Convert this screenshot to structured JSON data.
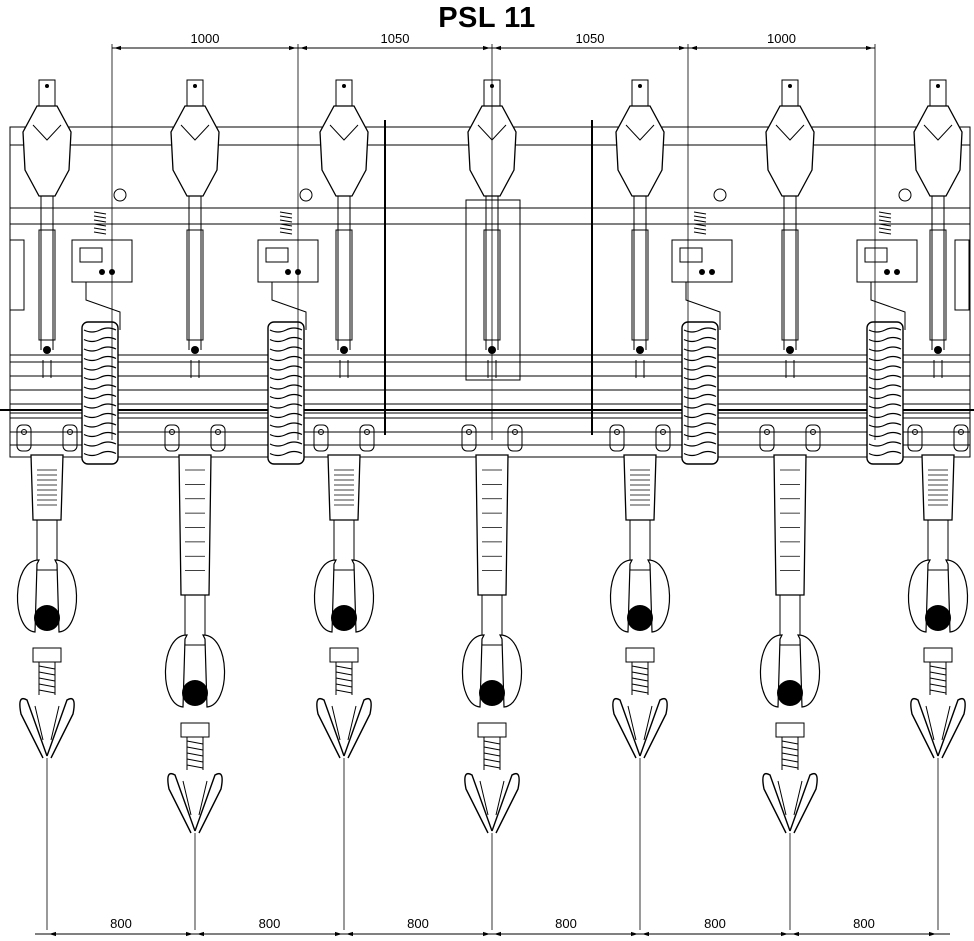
{
  "title": "PSL 11",
  "top_dimensions": [
    "1000",
    "1050",
    "1050",
    "1000"
  ],
  "bottom_dimensions": [
    "800",
    "800",
    "800",
    "800",
    "800",
    "800"
  ],
  "units": [
    {
      "name": "row-unit-1",
      "stagger": "front"
    },
    {
      "name": "row-unit-2",
      "stagger": "rear"
    },
    {
      "name": "row-unit-3",
      "stagger": "front"
    },
    {
      "name": "row-unit-4",
      "stagger": "rear"
    },
    {
      "name": "row-unit-5",
      "stagger": "front"
    },
    {
      "name": "row-unit-6",
      "stagger": "rear"
    },
    {
      "name": "row-unit-7",
      "stagger": "front"
    }
  ],
  "press_wheels": 4,
  "line_color": "#000000",
  "background_color": "#ffffff"
}
